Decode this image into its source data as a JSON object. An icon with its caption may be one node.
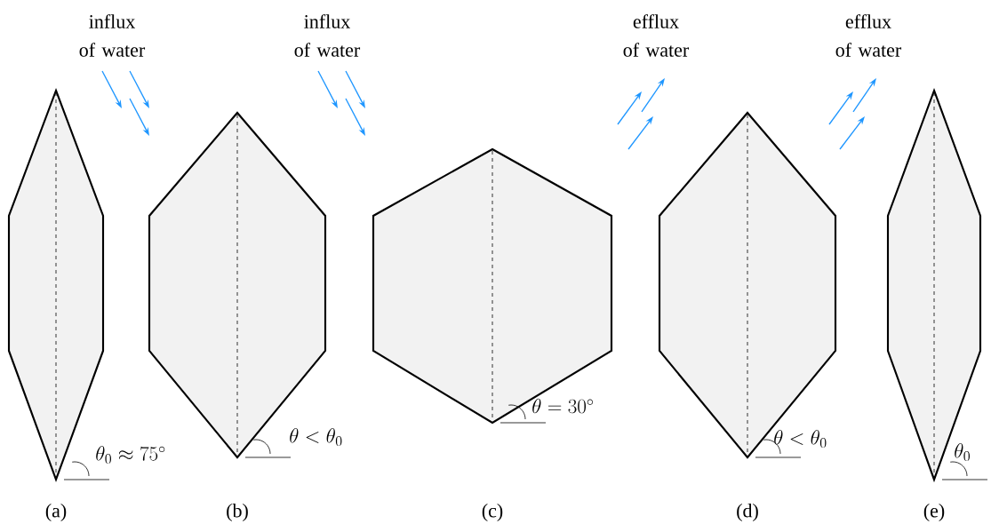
{
  "diagram": {
    "nodes": [
      {
        "text": [],
        "shape": "hexagon"
      },
      {
        "text": [],
        "shape": "hexagon"
      },
      {
        "text": [],
        "shape": "hexagon"
      },
      {
        "text": [],
        "shape": "hexagon"
      },
      {
        "text": [],
        "shape": "hexagon"
      }
    ],
    "labels": [
      "influx of water",
      "influx of water",
      "efflux of water",
      "efflux of water",
      "\\theta_0 \\approx 75^\\circ",
      "\\theta < \\theta_0",
      "\\theta = 30^\\circ",
      "\\theta < \\theta_0",
      "\\theta_0",
      "(a)",
      "(b)",
      "(c)",
      "(d)",
      "(e)"
    ]
  }
}
